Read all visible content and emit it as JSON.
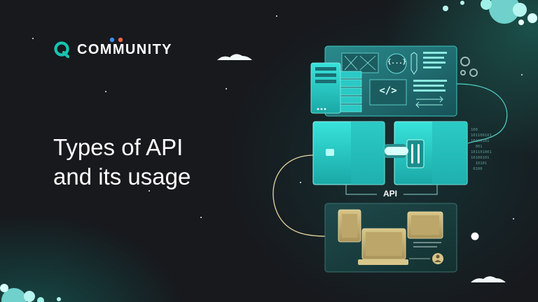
{
  "brand": {
    "name": "COMMUNITY",
    "accent": "#19c3b0",
    "dot_colors": [
      "#3b8df2",
      "#f2664b"
    ]
  },
  "headline": {
    "line1": "Types of API",
    "line2": "and its usage"
  },
  "diagram": {
    "label": "API",
    "code_symbol": "</>",
    "brace_symbol": "{...}",
    "binary_text": "100\n101100101\n10100101\n  001\n101101001\n10100101\n  10101\n 0100"
  },
  "colors": {
    "background": "#17191d",
    "panel": "#1f6f73",
    "panel_bright": "#28d6d0",
    "device": "#c8b46f",
    "line": "#e8d7a2",
    "cloud": "#f2fbfa"
  }
}
